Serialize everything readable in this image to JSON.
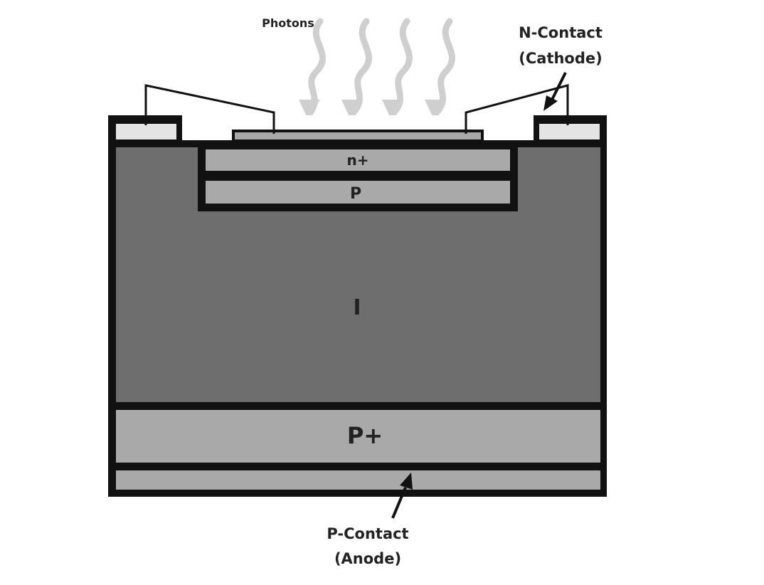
{
  "labels": {
    "photons": "Photons",
    "n_contact_line1": "N-Contact",
    "n_contact_line2": "(Cathode)",
    "p_contact_line1": "P-Contact",
    "p_contact_line2": "(Anode)",
    "n_plus_layer": "n+",
    "p_layer": "P",
    "intrinsic_layer": "I",
    "p_plus_layer": "P+"
  },
  "colors": {
    "outline": "#111111",
    "intrinsic": "#6e6e6e",
    "doped_layer": "#a9a9a9",
    "contact_pad": "#e4e4e4",
    "photon_wave": "#cfcfcf",
    "background": "#ffffff"
  },
  "icons": {
    "photon": "wavy-arrow-down",
    "pointer": "arrow"
  }
}
